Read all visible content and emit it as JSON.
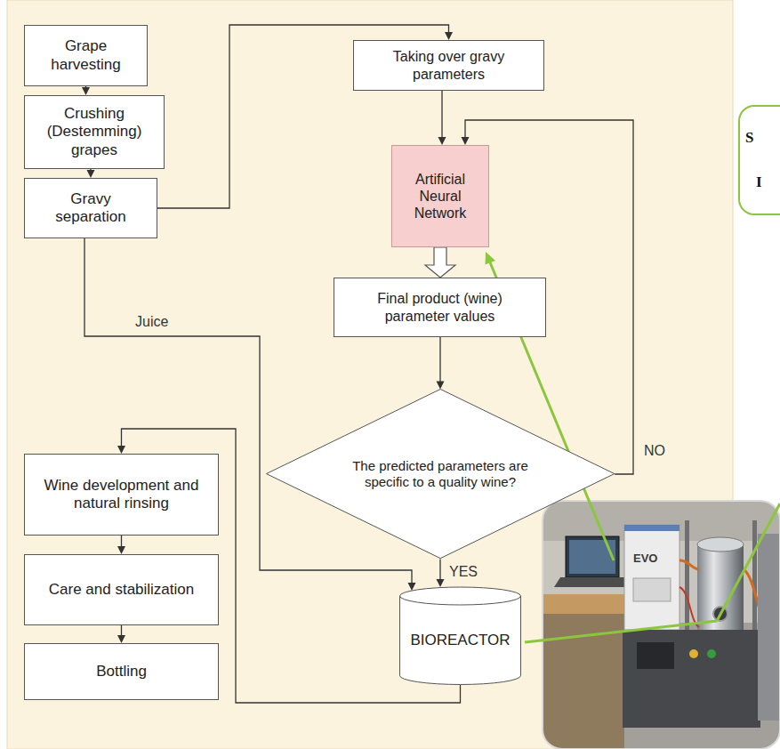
{
  "diagram": {
    "nodes": [
      {
        "text": [
          "Grape harvesting"
        ]
      },
      {
        "text": [
          "Crushing (Destemming) grapes"
        ]
      },
      {
        "text": [
          "Gravy separation"
        ]
      },
      {
        "text": [
          "Taking over gravy parameters"
        ]
      },
      {
        "text": [
          "Artificial Neural Network"
        ]
      },
      {
        "text": [
          "Final product (wine) parameter values"
        ]
      },
      {
        "text": [
          "The predicted parameters are specific to a quality wine?"
        ]
      },
      {
        "text": [
          "BIOREACTOR"
        ]
      },
      {
        "text": [
          "Wine development and natural rinsing"
        ]
      },
      {
        "text": [
          "Care and stabilization"
        ]
      },
      {
        "text": [
          "Bottling"
        ]
      },
      {
        "text": [
          "S",
          "I"
        ]
      }
    ],
    "edges": [
      {
        "from": 0,
        "to": 1,
        "arrow": "to"
      },
      {
        "from": 1,
        "to": 2,
        "arrow": "to"
      },
      {
        "from": 2,
        "to": 3,
        "arrow": "to"
      },
      {
        "from": 3,
        "to": 4,
        "arrow": "to"
      },
      {
        "from": 4,
        "to": 5,
        "arrow": "to"
      },
      {
        "from": 5,
        "to": 6,
        "arrow": "to"
      },
      {
        "from": 6,
        "to": 4,
        "label": "NO",
        "arrow": "to"
      },
      {
        "from": 6,
        "to": 7,
        "label": "YES",
        "arrow": "to"
      },
      {
        "from": 2,
        "to": 7,
        "label": "Juice",
        "arrow": "to"
      },
      {
        "from": 7,
        "to": 8,
        "arrow": "to"
      },
      {
        "from": 8,
        "to": 9,
        "arrow": "to"
      },
      {
        "from": 9,
        "to": 10,
        "arrow": "to"
      }
    ],
    "labels": [
      "EVO"
    ]
  }
}
